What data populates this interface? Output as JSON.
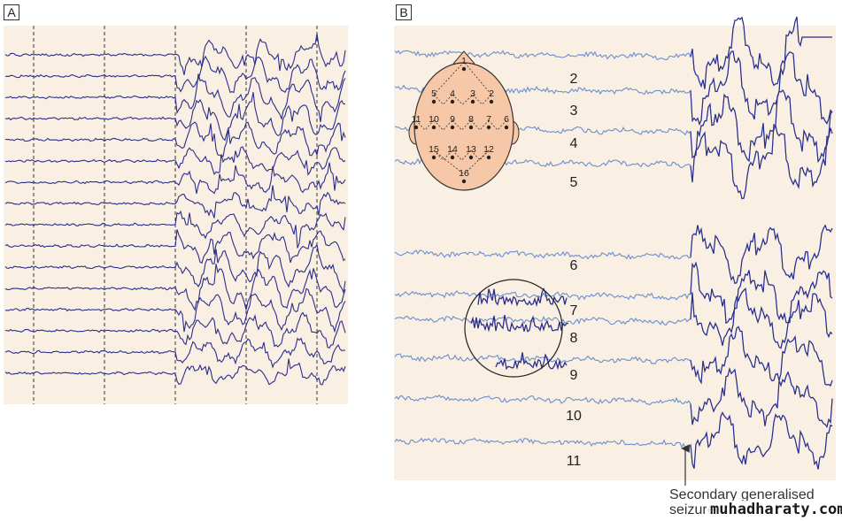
{
  "panel_a": {
    "label": "A",
    "n_traces": 16
  },
  "panel_b": {
    "label": "B",
    "channels": [
      "2",
      "3",
      "4",
      "5",
      "6",
      "7",
      "8",
      "9",
      "10",
      "11"
    ],
    "electrode_numbers": [
      "1",
      "2",
      "3",
      "4",
      "5",
      "6",
      "7",
      "8",
      "9",
      "10",
      "11",
      "12",
      "13",
      "14",
      "15",
      "16"
    ],
    "seizure_annotation_line1": "Secondary generalised",
    "seizure_annotation_line2": "seizure"
  },
  "watermark": "muhadharaty.com",
  "colors": {
    "panel_background": "#f9efe2",
    "trace_dark": "#2b2e8c",
    "trace_light": "#6b8fd0",
    "head_fill": "#f7c8a8",
    "annotation": "#333333"
  }
}
